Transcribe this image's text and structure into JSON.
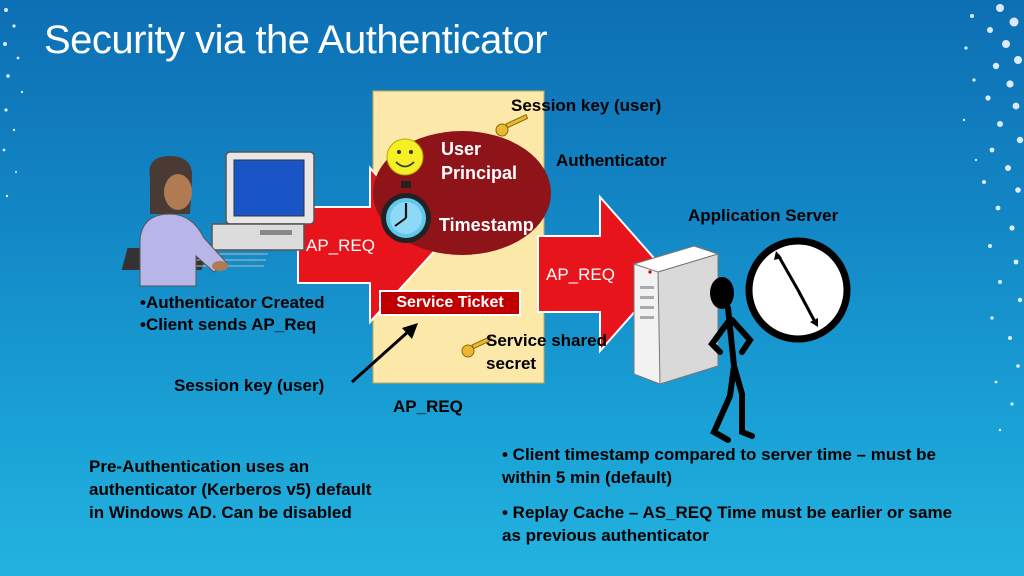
{
  "title": "Security via the Authenticator",
  "client": {
    "bullet1": "•Authenticator Created",
    "bullet2": "•Client sends  AP_Req"
  },
  "authenticator": {
    "user_principal_line1": "User",
    "user_principal_line2": "Principal",
    "timestamp": "Timestamp",
    "session_key_top": "Session key (user)",
    "label": "Authenticator",
    "service_ticket": "Service Ticket",
    "service_secret_line1": "Service shared",
    "service_secret_line2": "secret",
    "bottom_label": "AP_REQ"
  },
  "arrows": {
    "left": "AP_REQ",
    "right": "AP_REQ"
  },
  "session_key_pointer": "Session key (user)",
  "server": {
    "label": "Application Server"
  },
  "notes": {
    "preauth": "Pre-Authentication uses an authenticator (Kerberos v5) default in Windows AD. Can be disabled",
    "bullet1": "• Client timestamp compared to server time – must be within 5 min (default)",
    "bullet2": "• Replay Cache – AS_REQ Time must be earlier or same as previous authenticator"
  },
  "colors": {
    "accent_red": "#e8141b",
    "ellipse_red": "#8e1419",
    "panel_yellow": "#fce8a8",
    "key_gold": "#e8b830"
  }
}
